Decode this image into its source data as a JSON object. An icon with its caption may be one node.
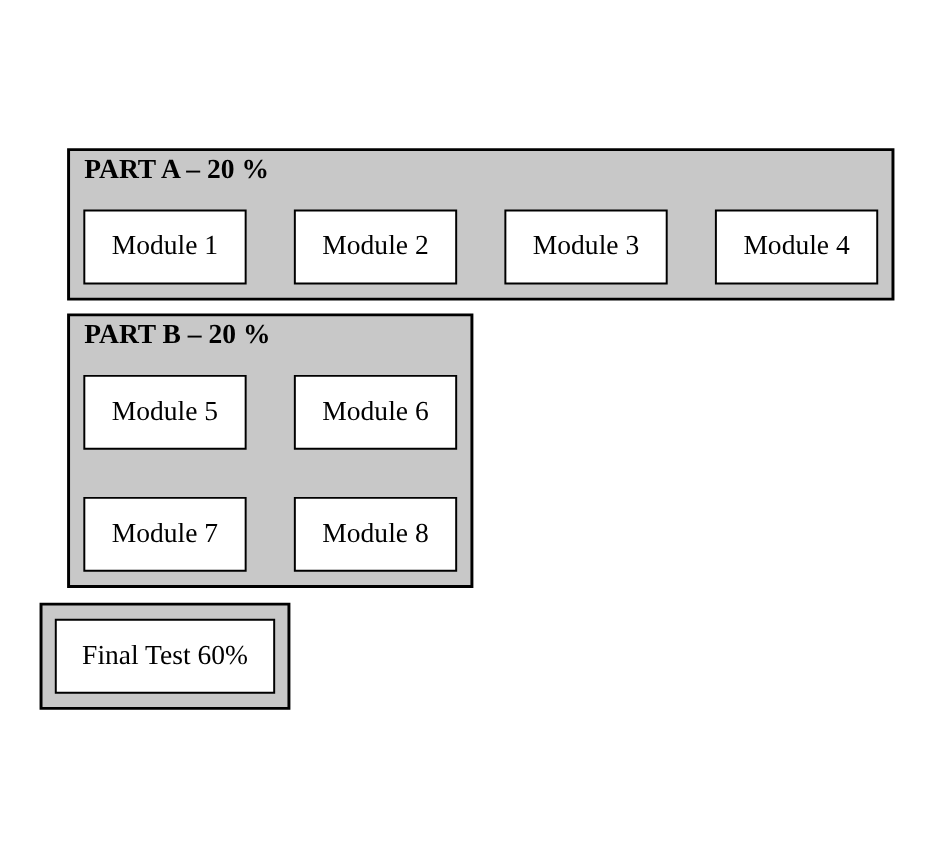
{
  "diagram": {
    "nodes": [
      {
        "text": [
          "PART A – 20 %"
        ]
      },
      {
        "text": [
          "Module 1"
        ],
        "in": 0
      },
      {
        "text": [
          "Module 2"
        ],
        "in": 0
      },
      {
        "text": [
          "Module 3"
        ],
        "in": 0
      },
      {
        "text": [
          "Module 4"
        ],
        "in": 0
      },
      {
        "text": [
          "PART B – 20 %"
        ]
      },
      {
        "text": [
          "Module 5"
        ],
        "in": 5
      },
      {
        "text": [
          "Module 6"
        ],
        "in": 5
      },
      {
        "text": [
          "Module 7"
        ],
        "in": 5
      },
      {
        "text": [
          "Module 8"
        ],
        "in": 5
      },
      {
        "text": [],
        "shape": "box"
      },
      {
        "text": [
          "Final Test 60%"
        ],
        "in": 10
      }
    ]
  }
}
